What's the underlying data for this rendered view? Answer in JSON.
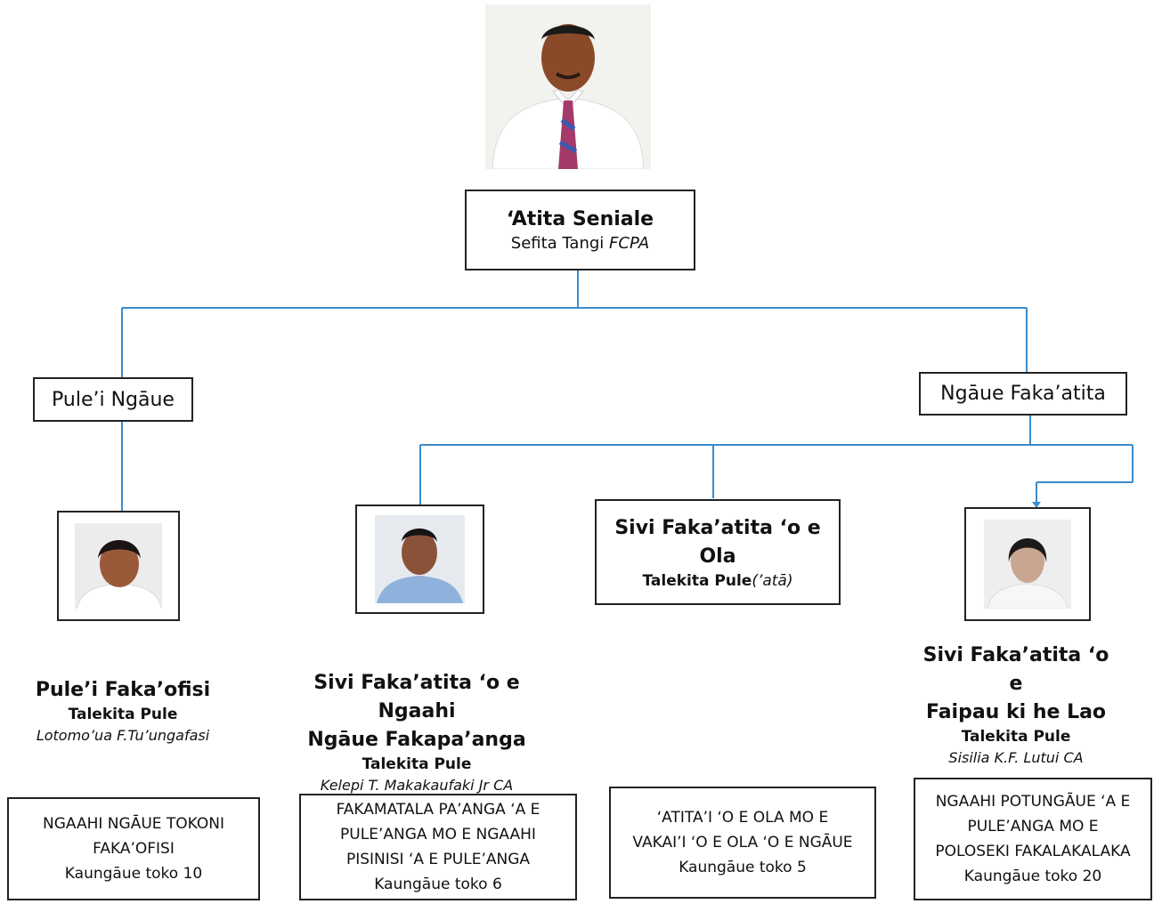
{
  "colors": {
    "connector": "#3b8ccc",
    "border": "#222222"
  },
  "top": {
    "title": "‘Atita Seniale",
    "name": "Sefita Tangi",
    "cred": "FCPA"
  },
  "left_head": {
    "label": "Pule’i Ngāue"
  },
  "right_head": {
    "label": "Ngāue Faka’atita"
  },
  "ola_box": {
    "line1": "Sivi Faka’atita ‘o e",
    "line2": "Ola",
    "title": "Talekita Pule",
    "title_suffix": "(’atā)"
  },
  "roles": {
    "office": {
      "name": "Pule’i Faka’ofisi",
      "title": "Talekita Pule",
      "person": "Lotomo’ua F.Tu’ungafasi"
    },
    "finance": {
      "name1": "Sivi Faka’atita ‘o e Ngaahi",
      "name2": "Ngāue Fakapa’anga",
      "title": "Talekita Pule",
      "person": "Kelepi T. Makakaufaki Jr  CA"
    },
    "legal": {
      "name1": "Sivi Faka’atita ‘o e",
      "name2": "Faipau ki he Lao",
      "title": "Talekita Pule",
      "person": "Sisilia K.F. Lutui  CA"
    }
  },
  "units": [
    {
      "lines": [
        "NGAAHI NGĀUE TOKONI",
        "FAKA’OFISI"
      ],
      "staff": "Kaungāue toko 10"
    },
    {
      "lines": [
        "FAKAMATALA PA’ANGA ‘A E",
        "PULE’ANGA MO E NGAAHI",
        "PISINISI ‘A E PULE’ANGA"
      ],
      "staff": "Kaungāue toko 6"
    },
    {
      "lines": [
        "‘ATITA’I ‘O E OLA MO E",
        "VAKAI’I ‘O E OLA ‘O E NGĀUE"
      ],
      "staff": "Kaungāue toko 5"
    },
    {
      "lines": [
        "NGAAHI POTUNGĀUE ‘A E",
        "PULE’ANGA MO E",
        "POLOSEKI FAKALAKALAKA"
      ],
      "staff": "Kaungāue toko 20"
    }
  ]
}
